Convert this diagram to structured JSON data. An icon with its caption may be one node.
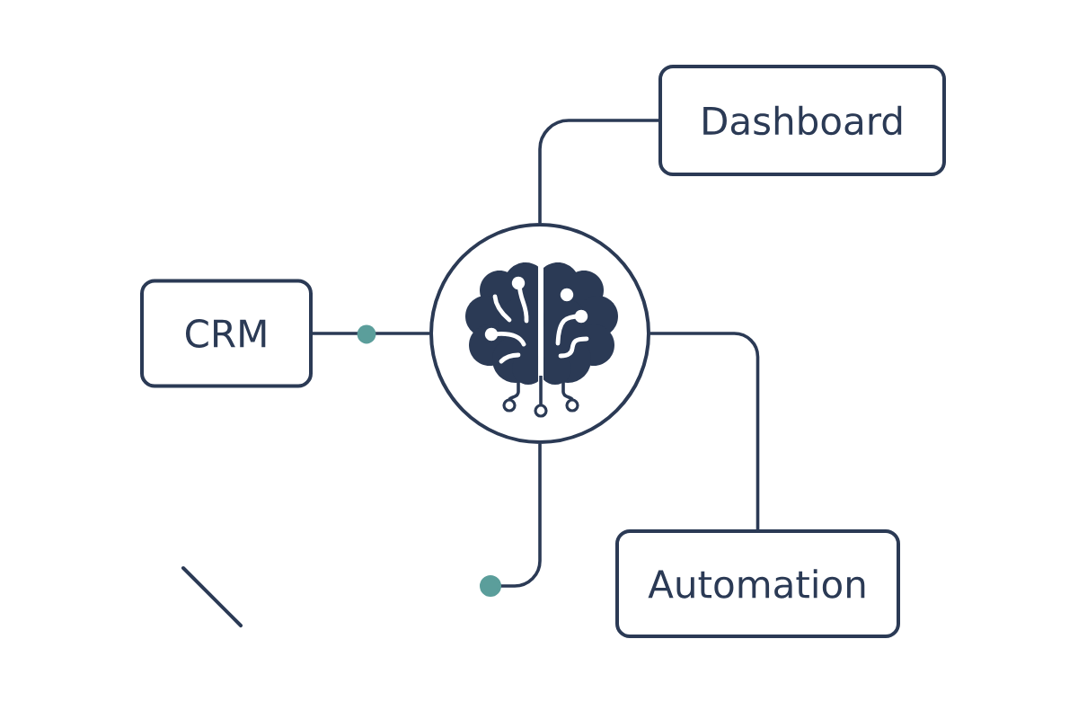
{
  "diagram": {
    "nodes": [
      {
        "text": [
          "CRM"
        ]
      },
      {
        "text": [],
        "shape": "circle"
      },
      {
        "text": [
          "Dashboard"
        ]
      },
      {
        "text": [
          "Automation"
        ]
      }
    ],
    "edges": [
      {
        "from": 0,
        "to": 1,
        "arrow": "none"
      },
      {
        "from": 1,
        "to": 2,
        "arrow": "none"
      },
      {
        "from": 1,
        "to": 3,
        "arrow": "none"
      },
      {
        "from": 1,
        "to": null,
        "arrow": "other"
      }
    ]
  }
}
